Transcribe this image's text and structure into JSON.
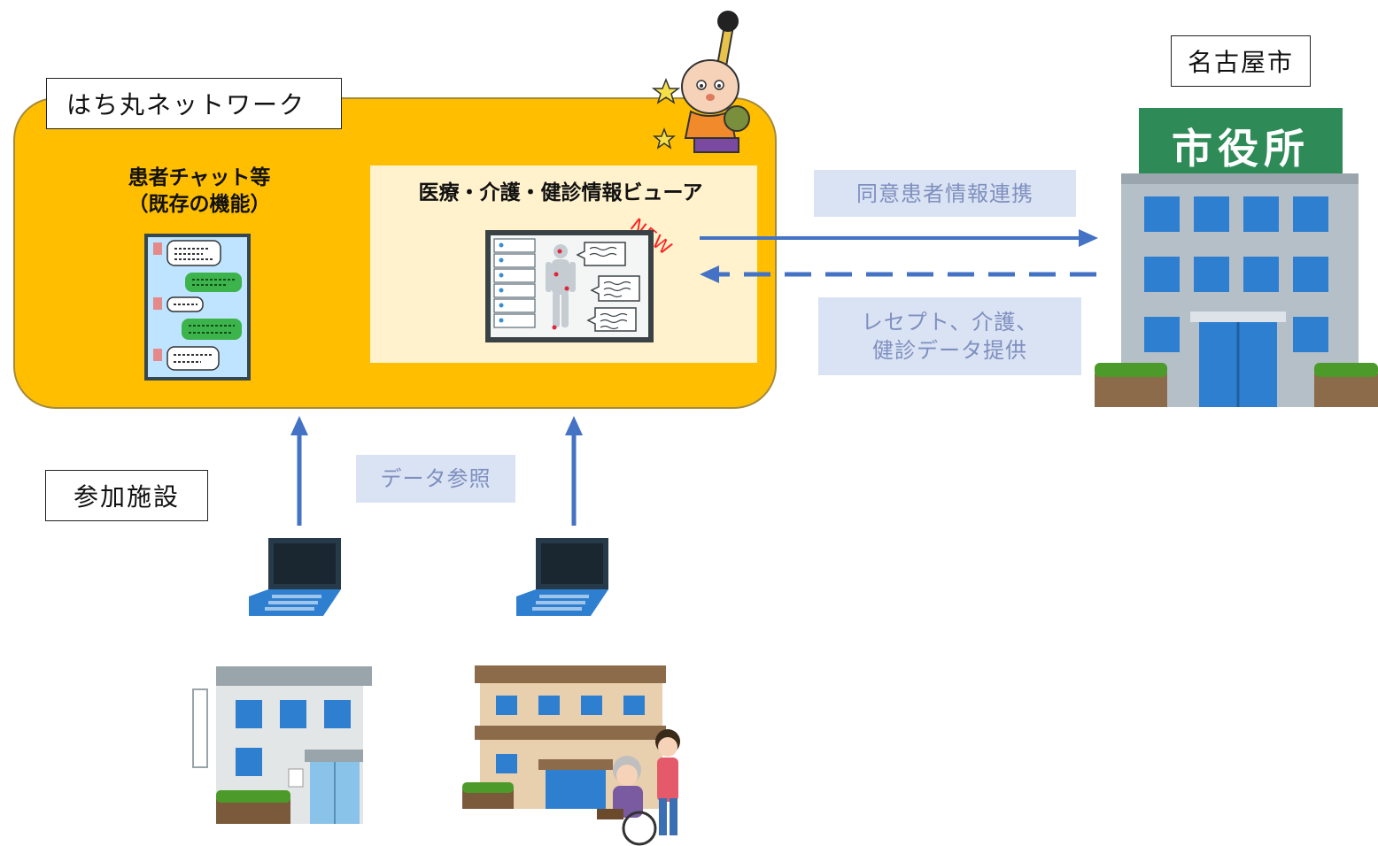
{
  "network": {
    "title": "はち丸ネットワーク",
    "chat_title_line1": "患者チャット等",
    "chat_title_line2": "（既存の機能）",
    "viewer_title": "医療・介護・健診情報ビューア",
    "new_badge": "NEW"
  },
  "city": {
    "label": "名古屋市",
    "building_sign": "市役所"
  },
  "facilities": {
    "label": "参加施設"
  },
  "flows": {
    "to_city": "同意患者情報連携",
    "from_city_line1": "レセプト、介護、",
    "from_city_line2": "健診データ提供",
    "data_reference": "データ参照"
  },
  "colors": {
    "network_fill": "#ffbf00",
    "viewer_fill": "#fff2cc",
    "arrow": "#4472c4",
    "flow_label_bg": "#dae3f3",
    "new_badge": "#ff2020"
  }
}
